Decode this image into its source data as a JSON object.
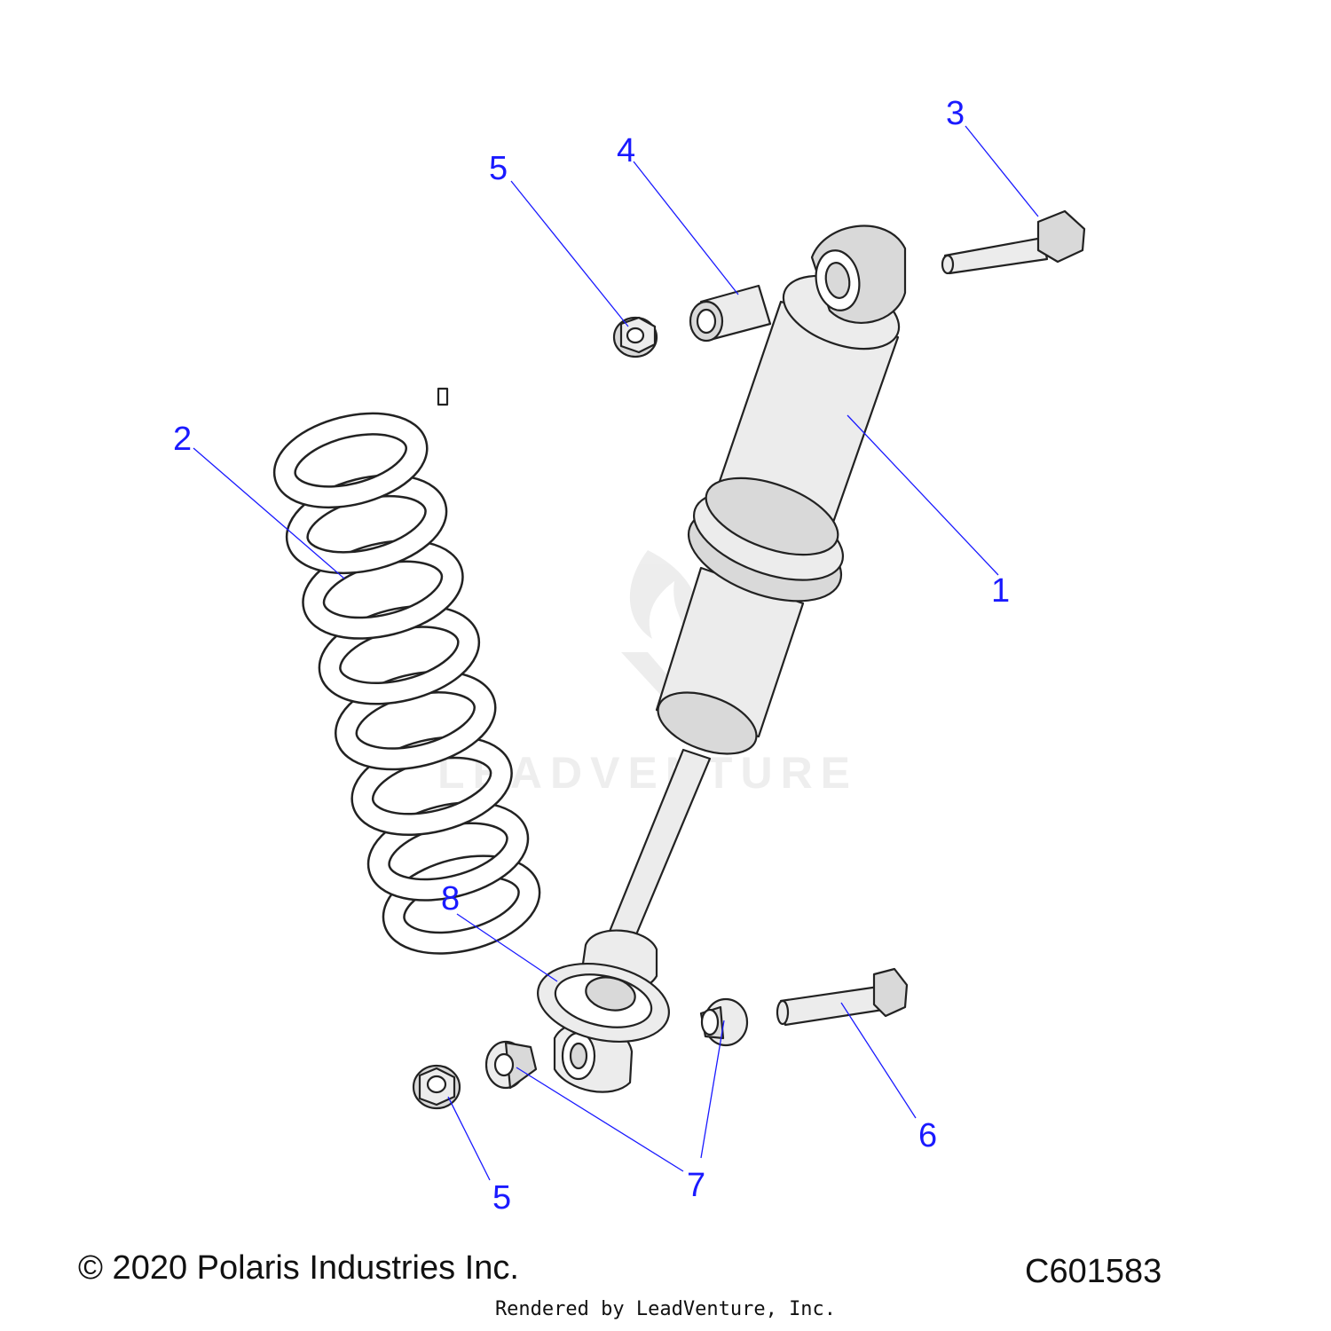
{
  "callouts": {
    "c1": "1",
    "c2": "2",
    "c3": "3",
    "c4": "4",
    "c5a": "5",
    "c5b": "5",
    "c6": "6",
    "c7": "7",
    "c8": "8"
  },
  "watermark": "LEADVENTURE",
  "footer": {
    "copyright": "© 2020 Polaris Industries Inc.",
    "code": "C601583",
    "rendered": "Rendered by LeadVenture, Inc."
  },
  "colors": {
    "callout": "#1a1aff",
    "part_stroke": "#222222",
    "part_fill": "#e6e6e6"
  }
}
